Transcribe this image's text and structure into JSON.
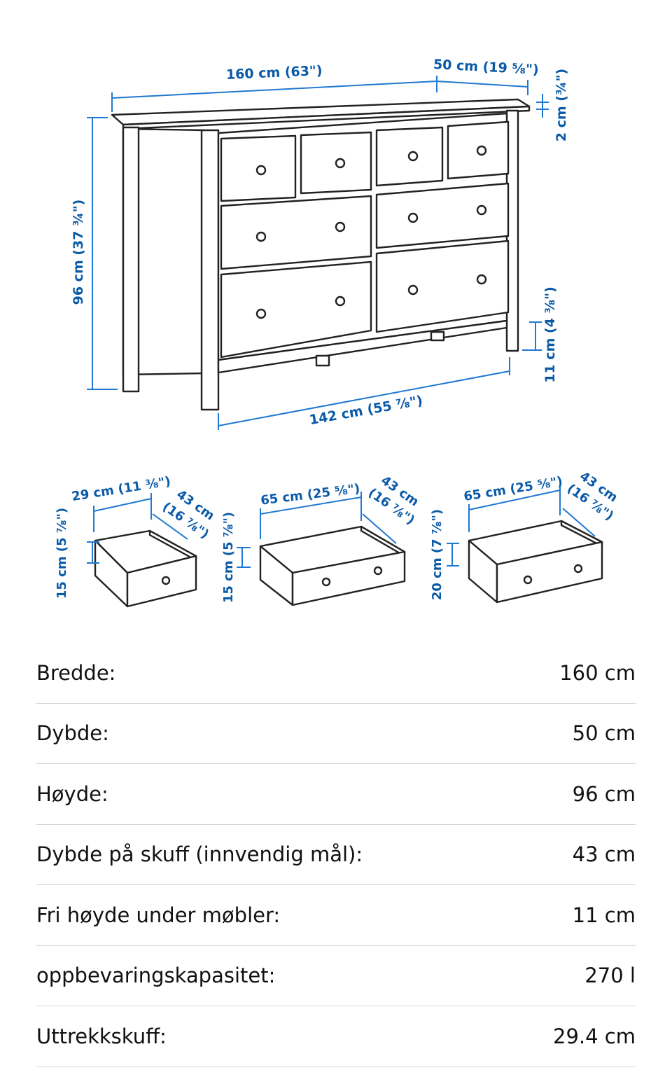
{
  "colors": {
    "dimension_text": "#0a5aa8",
    "dimension_line": "#1f78d1",
    "divider": "#d4d4d4"
  },
  "diagram": {
    "dresser": {
      "width": "160 cm (63\")",
      "depth": "50 cm (19 ⅝\")",
      "top_thickness": "2 cm (¾\")",
      "height": "96 cm (37 ¾\")",
      "clearance": "11 cm (4 ⅜\")",
      "inner_width": "142 cm (55 ⅞\")"
    },
    "drawers": [
      {
        "width": "29 cm (11 ⅜\")",
        "depth_cm": "43 cm",
        "depth_in": "(16 ⅞\")",
        "height": "15 cm (5 ⅞\")"
      },
      {
        "width": "65 cm (25 ⅝\")",
        "depth_cm": "43 cm",
        "depth_in": "(16 ⅞\")",
        "height": "15 cm (5 ⅞\")"
      },
      {
        "width": "65 cm (25 ⅝\")",
        "depth_cm": "43 cm",
        "depth_in": "(16 ⅞\")",
        "height": "20 cm (7 ⅞\")"
      }
    ]
  },
  "specs": [
    {
      "label": "Bredde:",
      "value": "160 cm"
    },
    {
      "label": "Dybde:",
      "value": "50 cm"
    },
    {
      "label": "Høyde:",
      "value": "96 cm"
    },
    {
      "label": "Dybde på skuff (innvendig mål):",
      "value": "43 cm"
    },
    {
      "label": "Fri høyde under møbler:",
      "value": "11 cm"
    },
    {
      "label": "oppbevaringskapasitet:",
      "value": "270 l"
    },
    {
      "label": "Uttrekkskuff:",
      "value": "29.4 cm"
    }
  ]
}
